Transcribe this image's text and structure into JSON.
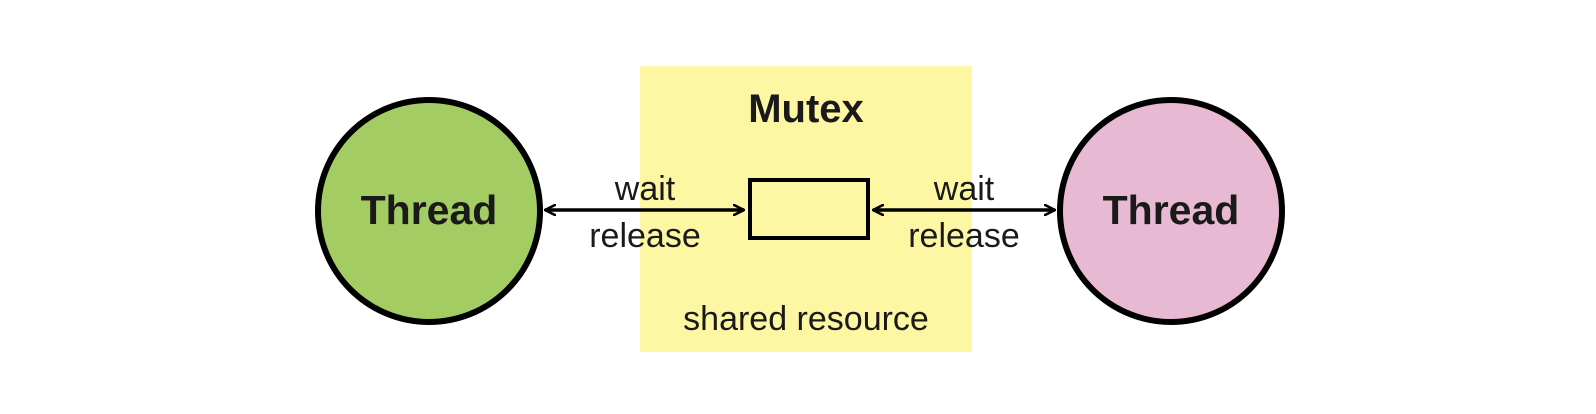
{
  "diagram": {
    "mutex": {
      "title": "Mutex",
      "resource_label": "shared resource"
    },
    "left_thread": {
      "label": "Thread"
    },
    "right_thread": {
      "label": "Thread"
    },
    "left_link": {
      "top_label": "wait",
      "bottom_label": "release"
    },
    "right_link": {
      "top_label": "wait",
      "bottom_label": "release"
    }
  },
  "colors": {
    "mutex_region": "#fdf6a3",
    "resource_box": "#fdf6a3",
    "left_thread_fill": "#a3cc63",
    "right_thread_fill": "#e8b9d2",
    "stroke": "#000000",
    "text": "#1a1a1a"
  }
}
